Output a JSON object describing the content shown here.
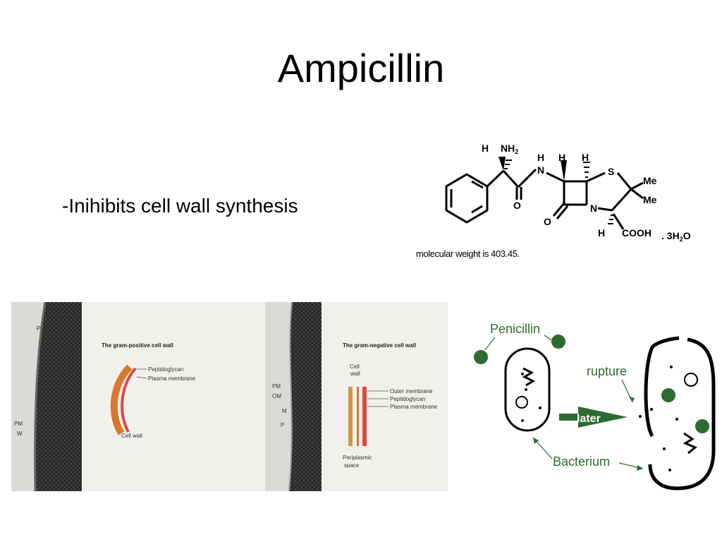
{
  "slide": {
    "title": "Ampicillin",
    "bullet": "-Inihibits cell wall synthesis",
    "molecular_weight_note": "molecular weight is 403.45."
  },
  "structure": {
    "labels": {
      "h": "H",
      "nh2_main": "NH",
      "nh2_sub": "2",
      "n": "N",
      "o": "O",
      "s": "S",
      "me": "Me",
      "cooh": "COOH",
      "hydrate_prefix": ". 3H",
      "hydrate_sub": "2",
      "hydrate_suffix": "O"
    }
  },
  "micrographs": {
    "gram_positive": {
      "title": "The gram-positive cell wall",
      "labels": [
        "Peptidoglycan",
        "Plasma membrane",
        "Cell wall"
      ],
      "markers": [
        "P",
        "PM",
        "W"
      ]
    },
    "gram_negative": {
      "title": "The gram-negative cell wall",
      "labels": [
        "Cell",
        "wall",
        "Outer membrane",
        "Peptidoglycan",
        "Plasma membrane",
        "Periplasmic",
        "space"
      ],
      "markers": [
        "PM",
        "OM",
        "M",
        "P"
      ]
    }
  },
  "diagram": {
    "penicillin": "Penicillin",
    "rupture": "rupture",
    "later": "later",
    "bacterium": "Bacterium",
    "green": "#2e6b30"
  }
}
